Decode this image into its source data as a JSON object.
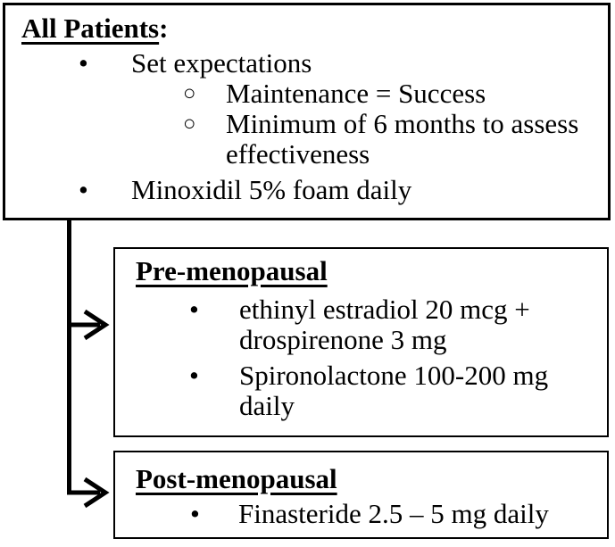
{
  "figure": {
    "type": "flowchart",
    "background": "#ffffff",
    "line_color": "#000000",
    "text_color": "#000000"
  },
  "boxes": {
    "all_patients": {
      "title": "All Patients",
      "title_suffix": ":",
      "items": [
        {
          "marker": "•",
          "text": "Set expectations"
        },
        {
          "marker": "○",
          "text": "Maintenance = Success"
        },
        {
          "marker": "○",
          "text": "Minimum of 6 months to assess\neffectiveness"
        },
        {
          "marker": "•",
          "text": "Minoxidil 5% foam daily"
        }
      ]
    },
    "pre_menopausal": {
      "title": "Pre-menopausal",
      "items": [
        {
          "marker": "•",
          "text": "ethinyl estradiol 20 mcg +\ndrospirenone 3 mg"
        },
        {
          "marker": "•",
          "text": "Spironolactone 100-200 mg\ndaily"
        }
      ]
    },
    "post_menopausal": {
      "title": "Post-menopausal",
      "items": [
        {
          "marker": "•",
          "text": "Finasteride 2.5 – 5 mg daily"
        }
      ]
    }
  }
}
